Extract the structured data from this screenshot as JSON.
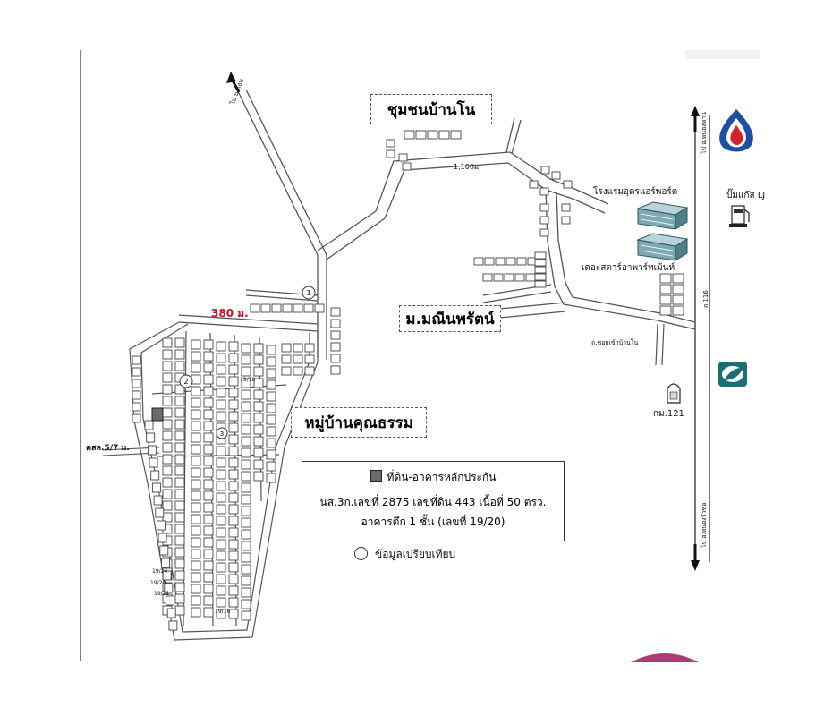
{
  "labels": {
    "community_ban_no": "ชุมชนบ้านโน",
    "mani_noppharat": "ม.มณีนพรัตน์",
    "khunnatham": "หมู่บ้านคุณธรรม",
    "distance_380": "380 ม.",
    "distance_1100": "1,100ม.",
    "hotel": "โรงแรมอุดรแอร์พอร์ต",
    "apartment": "เดอะสตาร์อาพาร์ทเม้นท์",
    "pump": "ปั๊มแก๊ส LJ",
    "km121": "กม.121",
    "road_116": "ถ.116",
    "soi_ban_no": "ถ.ซอยเข้าบ้านโน",
    "soi_5_7": "คสล.5/7 ม.",
    "road_north_top": "ไป บ.ดอน",
    "road_right_top": "ไป อ.หนองหาน",
    "road_right_bottom": "ไป อ.หนองวัวซอ",
    "house_labels": [
      "19/24",
      "19/20",
      "19/21",
      "19/16",
      "19/18"
    ]
  },
  "legend": {
    "collateral_title": "ที่ดิน-อาคารหลักประกัน",
    "deed_line": "นส.3ก.เลขที่ 2875 เลขที่ดิน 443 เนื้อที่ 50 ตรว.",
    "building_line": "อาคารตึก 1 ชั้น (เลขที่ 19/20)",
    "comparison_label": "ข้อมูลเปรียบเทียบ"
  },
  "markers": [
    "1",
    "2",
    "3"
  ],
  "icons": {
    "ptt_logo": "ptt-flame-logo-icon",
    "bangchak_logo": "bangchak-leaf-logo-icon",
    "hotel": "building-icon",
    "apartment": "building-icon",
    "pump": "gas-pump-icon",
    "km_post": "km-post-icon"
  },
  "colors": {
    "distance_text": "#c8102e",
    "ptt_blue": "#1f4fa3",
    "ptt_red": "#d2232a",
    "bangchak_teal": "#1a6f73",
    "building_teal": "#5a8f98",
    "road": "#555555",
    "collateral_fill": "#6b6b6b"
  }
}
